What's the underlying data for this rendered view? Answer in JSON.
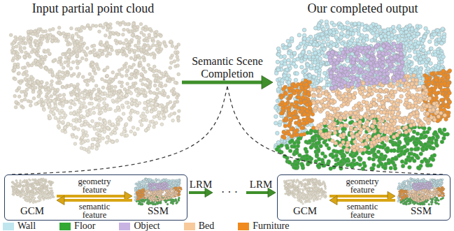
{
  "diagram": {
    "nodes": [
      {
        "text": [
          "Input partial point cloud"
        ]
      },
      {
        "text": [
          "Our completed output"
        ]
      },
      {
        "text": []
      },
      {
        "text": [
          "GCM"
        ],
        "in": 2
      },
      {
        "text": [
          "SSM"
        ],
        "in": 2
      },
      {
        "text": [
          "· · ·"
        ]
      },
      {
        "text": []
      },
      {
        "text": [
          "GCM"
        ],
        "in": 6
      },
      {
        "text": [
          "SSM"
        ],
        "in": 6
      }
    ],
    "edges": [
      {
        "from": 0,
        "to": 1,
        "arrow": "to",
        "label": "Semantic Scene Completion"
      },
      {
        "from": 3,
        "to": 4,
        "arrow": "to",
        "label": "geometry feature"
      },
      {
        "from": 4,
        "to": 3,
        "arrow": "to",
        "label": "semantic feature"
      },
      {
        "from": 2,
        "to": 5,
        "arrow": "to",
        "label": "LRM"
      },
      {
        "from": 5,
        "to": 6,
        "arrow": "to",
        "label": "LRM"
      },
      {
        "from": 7,
        "to": 8,
        "arrow": "to",
        "label": "geometry feature"
      },
      {
        "from": 8,
        "to": 7,
        "arrow": "to",
        "label": "semantic feature"
      }
    ],
    "legend": [
      {
        "text": "Wall",
        "color": "#bfe6ee"
      },
      {
        "text": "Floor",
        "color": "#33a833"
      },
      {
        "text": "Object",
        "color": "#c9b3e3"
      },
      {
        "text": "Bed",
        "color": "#f8c99b"
      },
      {
        "text": "Furniture",
        "color": "#f08a1e"
      }
    ]
  }
}
